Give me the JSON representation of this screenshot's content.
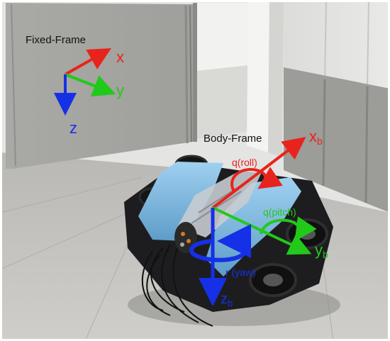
{
  "fixed_frame": {
    "title": "Fixed-Frame",
    "x_label": "x",
    "y_label": "y",
    "z_label": "z"
  },
  "body_frame": {
    "title": "Body-Frame",
    "x_label": "x",
    "x_sub": "b",
    "y_label": "y",
    "y_sub": "b",
    "z_label": "z",
    "z_sub": "b",
    "roll_label": "q(roll)",
    "pitch_label": "q(pitch)",
    "yaw_label": "r (yaw)"
  },
  "colors": {
    "x_axis": "#e8231c",
    "y_axis": "#22c91a",
    "z_axis": "#1530e6",
    "robot_body": "#87bfe6",
    "frame": "#1d1d1f"
  }
}
